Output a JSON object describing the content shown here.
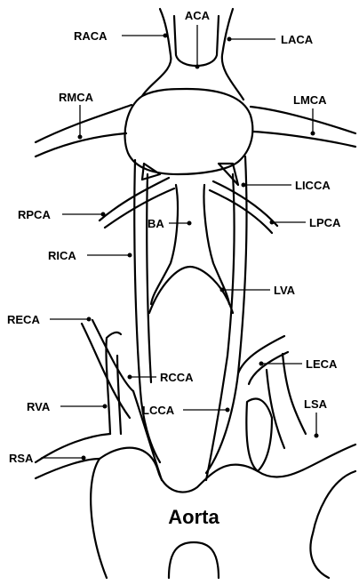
{
  "diagram": {
    "labels": {
      "aca": "ACA",
      "raca": "RACA",
      "laca": "LACA",
      "rmca": "RMCA",
      "lmca": "LMCA",
      "licca": "LICCA",
      "rpca": "RPCA",
      "lpca": "LPCA",
      "ba": "BA",
      "rica": "RICA",
      "lva": "LVA",
      "reca": "RECA",
      "leca": "LECA",
      "rcca": "RCCA",
      "lcca": "LCCA",
      "rva": "RVA",
      "lsa": "LSA",
      "rsa": "RSA",
      "aorta": "Aorta"
    }
  }
}
